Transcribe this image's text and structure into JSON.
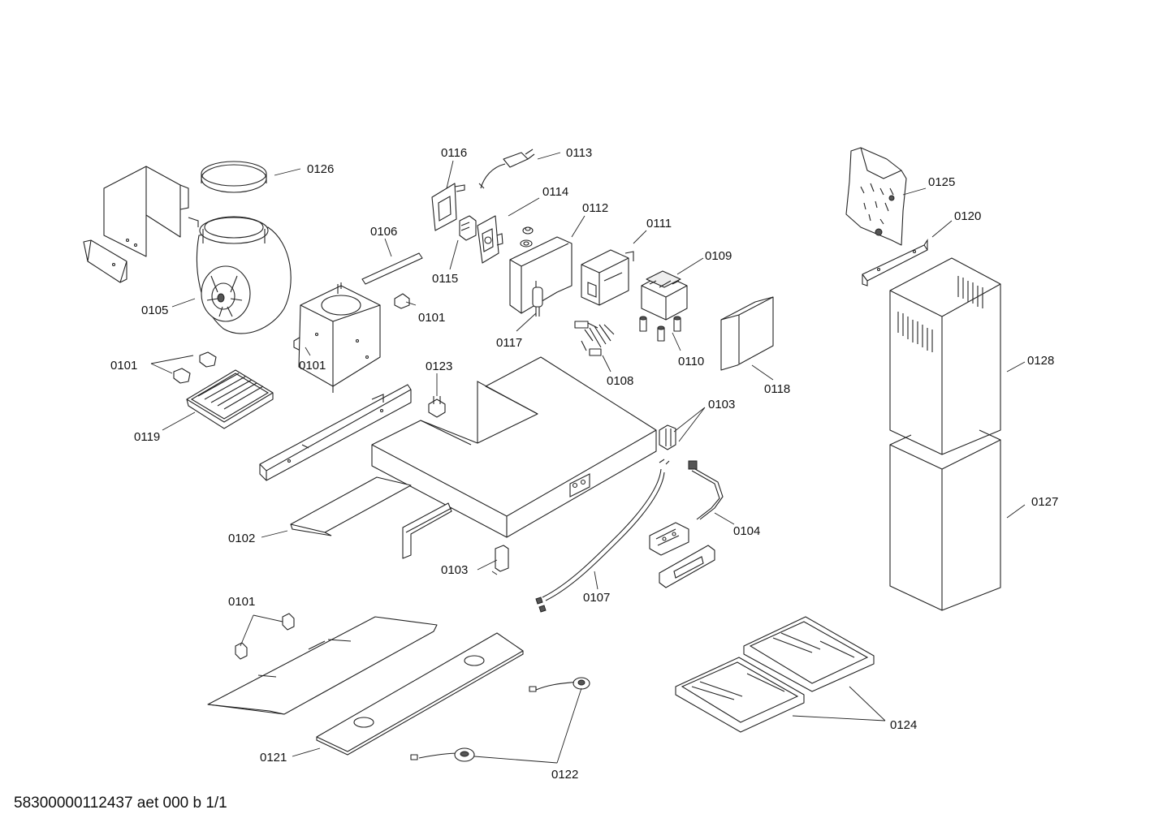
{
  "labels": {
    "l0126": "0126",
    "l0116": "0116",
    "l0113": "0113",
    "l0114": "0114",
    "l0112": "0112",
    "l0111": "0111",
    "l0109": "0109",
    "l0125": "0125",
    "l0120": "0120",
    "l0106": "0106",
    "l0115": "0115",
    "l0101a": "0101",
    "l0101b": "0101",
    "l0101c": "0101",
    "l0101d": "0101",
    "l0105": "0105",
    "l0117": "0117",
    "l0110": "0110",
    "l0108": "0108",
    "l0118": "0118",
    "l0123": "0123",
    "l0128": "0128",
    "l0119": "0119",
    "l0103a": "0103",
    "l0103b": "0103",
    "l0104": "0104",
    "l0127": "0127",
    "l0102": "0102",
    "l0107": "0107",
    "l0124": "0124",
    "l0121": "0121",
    "l0122": "0122"
  },
  "footer": "58300000112437 aet 000 b 1/1"
}
